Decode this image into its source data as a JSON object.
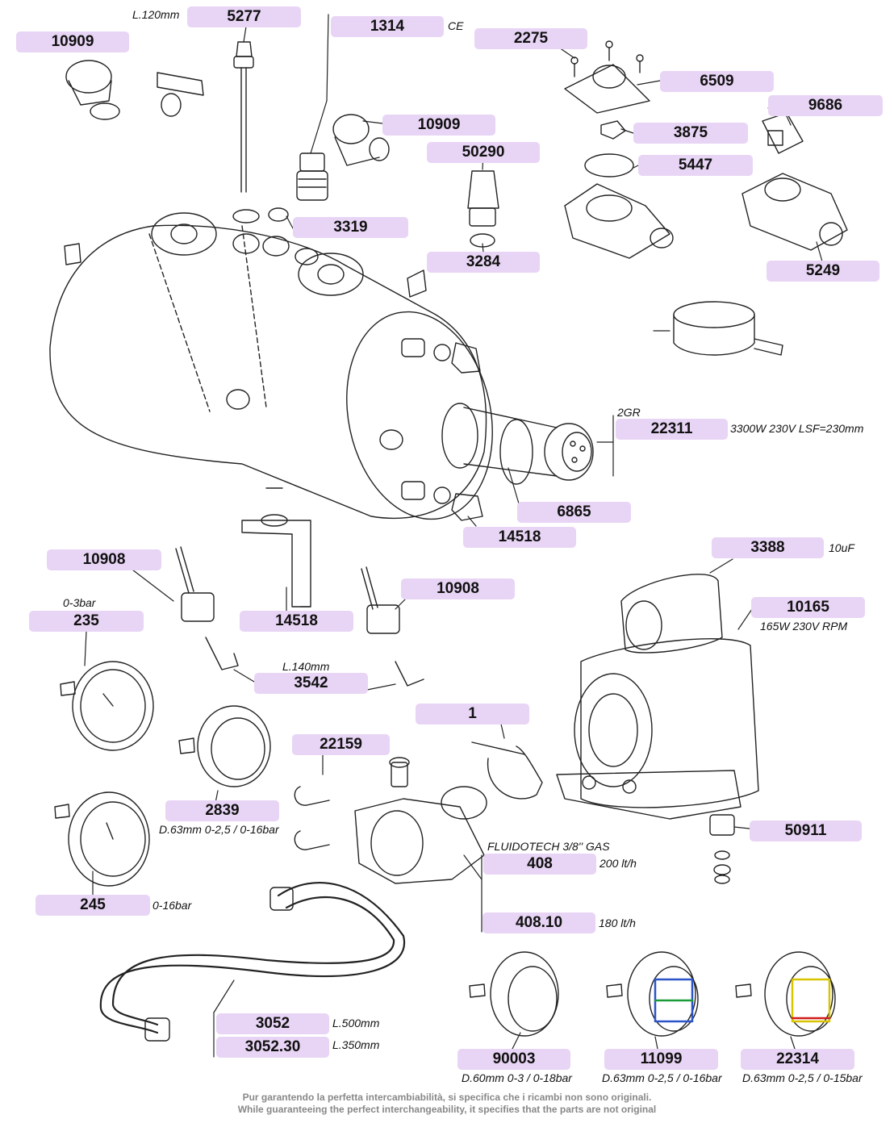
{
  "parts": {
    "p5277": "5277",
    "p1314": "1314",
    "p10909a": "10909",
    "p2275": "2275",
    "p6509": "6509",
    "p10909b": "10909",
    "p9686": "9686",
    "p3875": "3875",
    "p50290": "50290",
    "p5447": "5447",
    "p3319": "3319",
    "p3284": "3284",
    "p5249": "5249",
    "p22311": "22311",
    "p6865": "6865",
    "p14518a": "14518",
    "p3388": "3388",
    "p10908a": "10908",
    "p10908b": "10908",
    "p10165": "10165",
    "p235": "235",
    "p14518b": "14518",
    "p3542": "3542",
    "p1": "1",
    "p22159": "22159",
    "p2839": "2839",
    "p50911": "50911",
    "p408": "408",
    "p245": "245",
    "p40810": "408.10",
    "p3052": "3052",
    "p305230": "3052.30",
    "p90003": "90003",
    "p11099": "11099",
    "p22314": "22314"
  },
  "notes": {
    "n5277": "L.120mm",
    "n1314": "CE",
    "n2gr": "2GR",
    "n22311": "3300W 230V LSF=230mm",
    "n3388": "10uF",
    "n10165": "165W 230V RPM",
    "n235": "0-3bar",
    "n3542": "L.140mm",
    "n2839": "D.63mm 0-2,5 / 0-16bar",
    "n408title": "FLUIDOTECH 3/8'' GAS",
    "n408": "200 lt/h",
    "n245": "0-16bar",
    "n40810": "180 lt/h",
    "n3052": "L.500mm",
    "n305230": "L.350mm",
    "n90003": "D.60mm 0-3 / 0-18bar",
    "n11099": "D.63mm 0-2,5 / 0-16bar",
    "n22314": "D.63mm 0-2,5 / 0-15bar"
  },
  "footer": {
    "line1": "Pur garantendo la perfetta intercambiabilità, si specifica che i ricambi non sono originali.",
    "line2": "While guaranteeing the perfect interchangeability, it specifies that the parts are not original"
  },
  "colors": {
    "tag_fill": "#e8d5f5",
    "line": "#222222",
    "footer_text": "#888888"
  }
}
